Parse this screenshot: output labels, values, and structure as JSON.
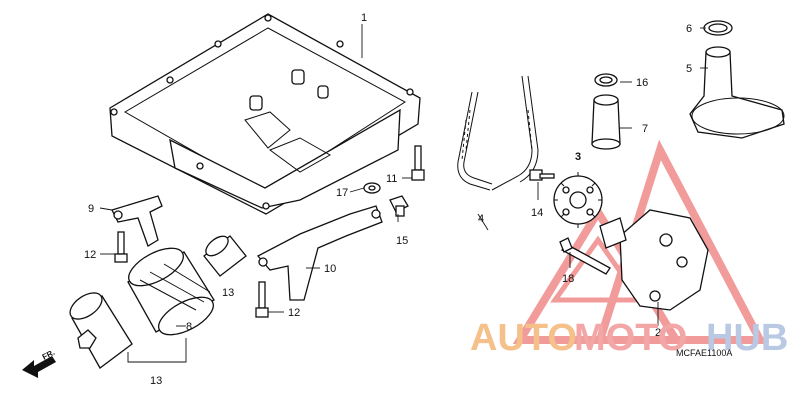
{
  "diagram": {
    "part_labels": {
      "p1": "1",
      "p2": "2",
      "p3": "3",
      "p4": "4",
      "p5": "5",
      "p6": "6",
      "p7": "7",
      "p8": "8",
      "p9": "9",
      "p10": "10",
      "p11": "11",
      "p12a": "12",
      "p12b": "12",
      "p13a": "13",
      "p13b": "13",
      "p14": "14",
      "p15": "15",
      "p16": "16",
      "p17": "17",
      "p18": "18"
    },
    "front_marker": "FR.",
    "diagram_code": "MCFAE1100A"
  },
  "watermark": {
    "text_part1": "AUTO",
    "text_part2": "MOTO",
    "text_part3": "HUB",
    "colors": {
      "auto": "#f5c089",
      "moto": "#f3a6a6",
      "hub": "#b9c9e3",
      "triangle": "#f08a8a"
    }
  }
}
